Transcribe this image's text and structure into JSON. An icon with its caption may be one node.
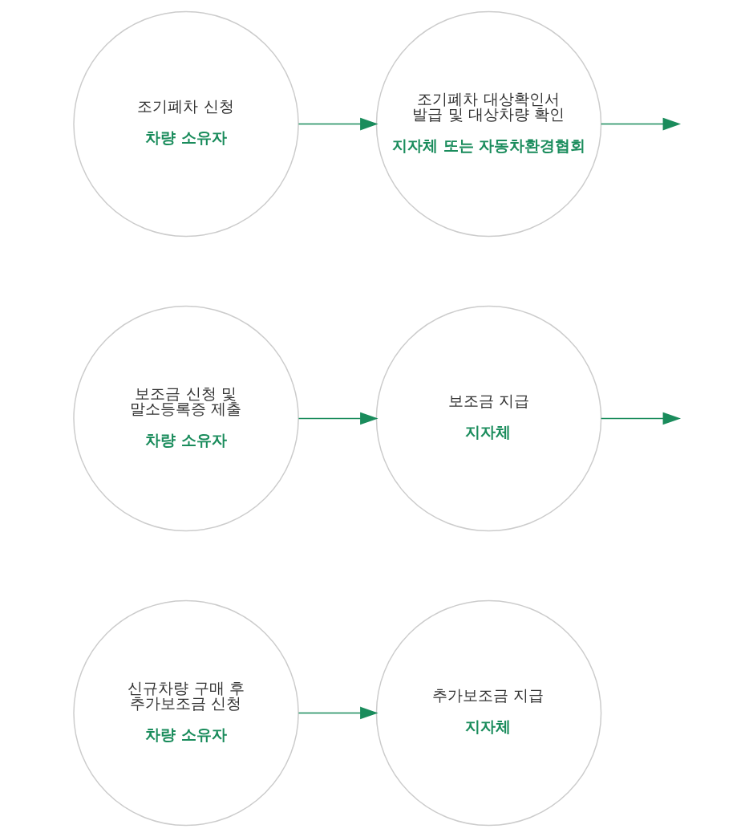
{
  "diagram": {
    "nodes": [
      {
        "text": [
          "조기폐차 신청",
          "차량 소유자"
        ]
      },
      {
        "text": [
          "조기폐차 대상확인서 발급 및 대상차량 확인",
          "지자체 또는 자동차환경협회"
        ]
      },
      {
        "text": [
          "보조금 신청 및 말소등록증 제출",
          "차량 소유자"
        ]
      },
      {
        "text": [
          "보조금 지급",
          "지자체"
        ]
      },
      {
        "text": [
          "신규차량 구매 후 추가보조금 신청",
          "차량 소유자"
        ]
      },
      {
        "text": [
          "추가보조금 지급",
          "지자체"
        ]
      }
    ],
    "edges": [
      {
        "from": 0,
        "to": 1,
        "arrow": "to"
      },
      {
        "from": 1,
        "to": null,
        "arrow": "to"
      },
      {
        "from": 2,
        "to": 3,
        "arrow": "to"
      },
      {
        "from": 3,
        "to": null,
        "arrow": "to"
      },
      {
        "from": 4,
        "to": 5,
        "arrow": "to"
      }
    ]
  }
}
